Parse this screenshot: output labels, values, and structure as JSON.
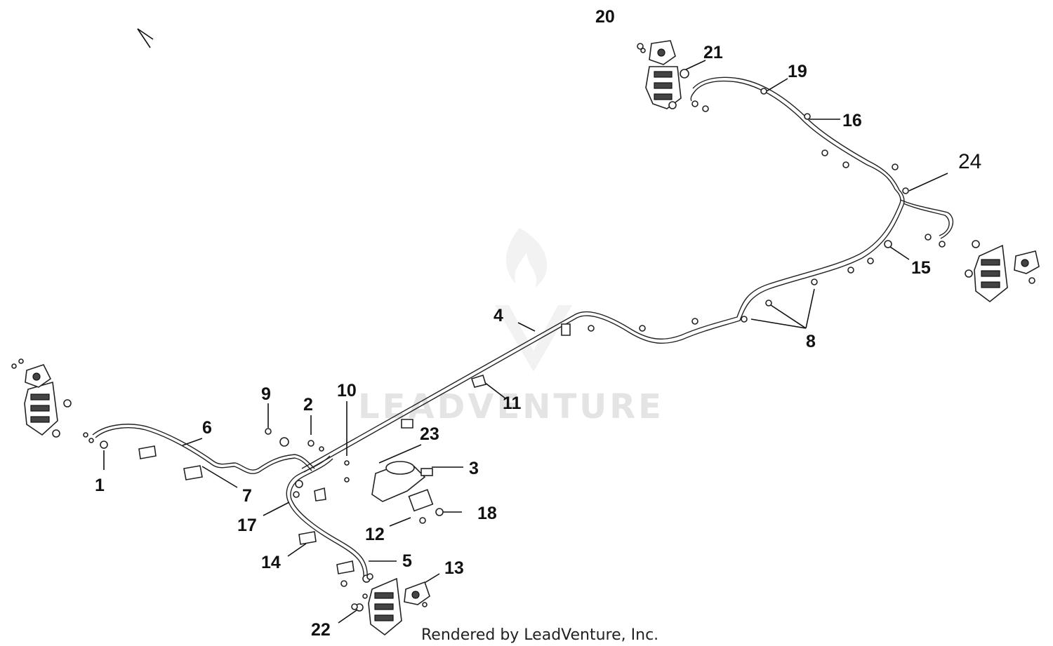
{
  "diagram": {
    "callouts": [
      {
        "id": "1",
        "label": "1"
      },
      {
        "id": "2",
        "label": "2"
      },
      {
        "id": "3",
        "label": "3"
      },
      {
        "id": "4",
        "label": "4"
      },
      {
        "id": "5",
        "label": "5"
      },
      {
        "id": "6",
        "label": "6"
      },
      {
        "id": "7",
        "label": "7"
      },
      {
        "id": "8",
        "label": "8"
      },
      {
        "id": "9",
        "label": "9"
      },
      {
        "id": "10",
        "label": "10"
      },
      {
        "id": "11",
        "label": "11"
      },
      {
        "id": "12",
        "label": "12"
      },
      {
        "id": "13",
        "label": "13"
      },
      {
        "id": "14",
        "label": "14"
      },
      {
        "id": "15",
        "label": "15"
      },
      {
        "id": "16",
        "label": "16"
      },
      {
        "id": "17",
        "label": "17"
      },
      {
        "id": "18",
        "label": "18"
      },
      {
        "id": "19",
        "label": "19"
      },
      {
        "id": "20",
        "label": "20"
      },
      {
        "id": "21",
        "label": "21"
      },
      {
        "id": "22",
        "label": "22"
      },
      {
        "id": "23",
        "label": "23"
      },
      {
        "id": "24",
        "label": "24"
      }
    ]
  },
  "watermark": {
    "text": "LEADVENTURE"
  },
  "footer": {
    "text": "Rendered by LeadVenture, Inc."
  }
}
